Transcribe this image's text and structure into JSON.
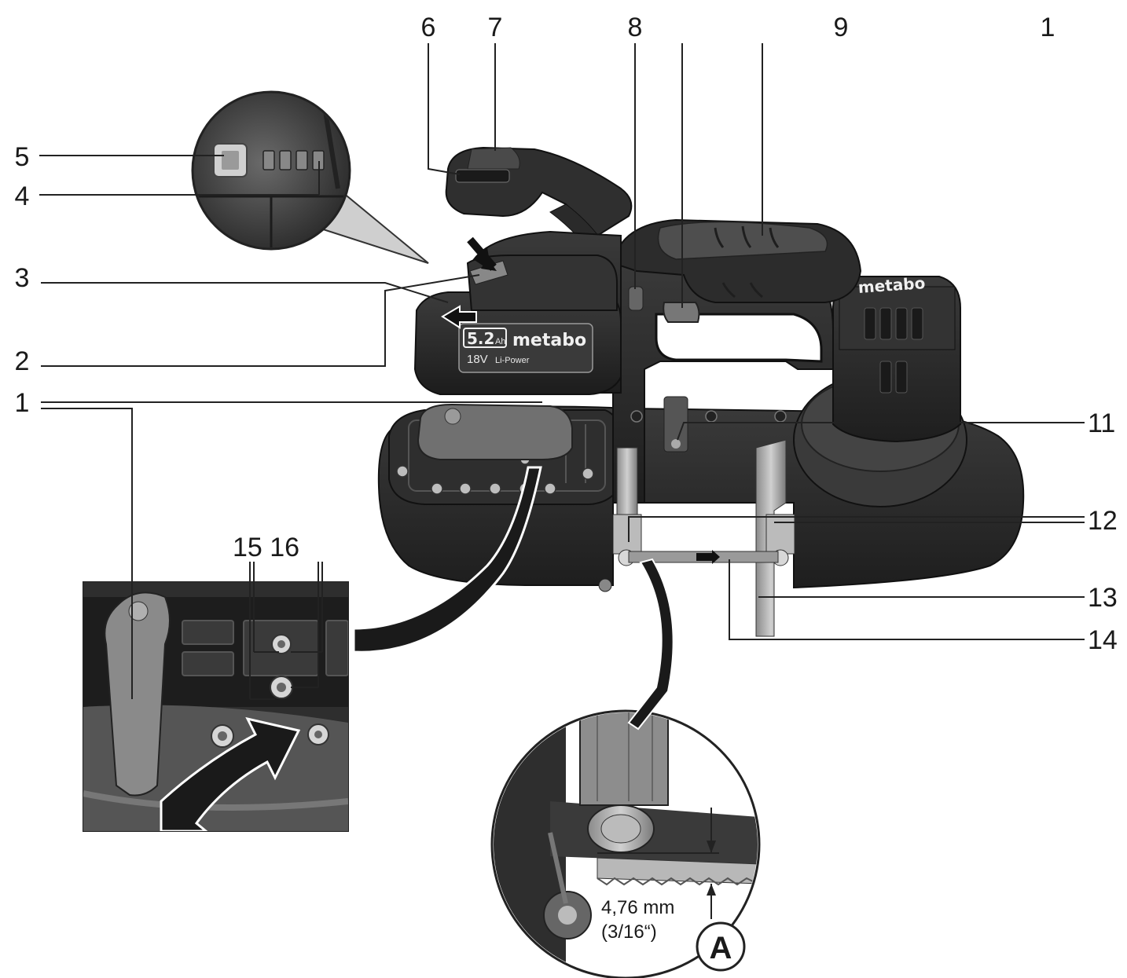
{
  "callouts": {
    "top": [
      {
        "id": "c6",
        "text": "6"
      },
      {
        "id": "c7",
        "text": "7"
      },
      {
        "id": "c8",
        "text": "8"
      },
      {
        "id": "c9",
        "text": "9"
      },
      {
        "id": "c10",
        "text": "1"
      }
    ],
    "left": [
      {
        "id": "c5",
        "text": "5"
      },
      {
        "id": "c4",
        "text": "4"
      },
      {
        "id": "c3",
        "text": "3"
      },
      {
        "id": "c2",
        "text": "2"
      },
      {
        "id": "c1",
        "text": "1"
      }
    ],
    "right": [
      {
        "id": "c11",
        "text": "11"
      },
      {
        "id": "c12",
        "text": "12"
      },
      {
        "id": "c13",
        "text": "13"
      },
      {
        "id": "c14",
        "text": "14"
      }
    ],
    "inset": {
      "c15_16": "15 16"
    }
  },
  "battery": {
    "capacity": "5.2",
    "unit": "Ah",
    "brand": "metabo",
    "voltage": "18V",
    "system": "Li-Power"
  },
  "motor": {
    "brand": "metabo"
  },
  "blade_detail": {
    "measurement": "4,76 mm",
    "measurement_imperial": "(3/16“)",
    "marker": "A"
  },
  "colors": {
    "body_dark": "#2b2b2b",
    "body_mid": "#4a4a4a",
    "handle_grip": "#5a5a5a",
    "metal": "#a8a8a8",
    "line": "#222222"
  }
}
